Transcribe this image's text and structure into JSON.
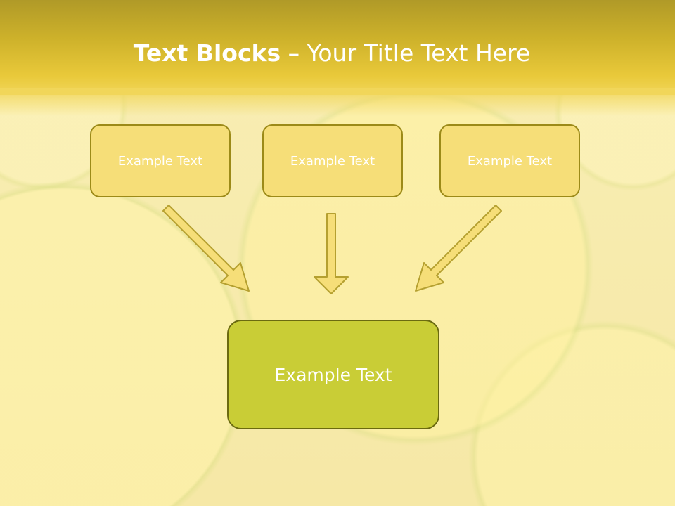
{
  "slide": {
    "title_bold": "Text Blocks",
    "title_rest": " – Your Title Text Here"
  },
  "diagram": {
    "top_boxes": [
      {
        "label": "Example Text"
      },
      {
        "label": "Example Text"
      },
      {
        "label": "Example Text"
      }
    ],
    "main_box": {
      "label": "Example Text"
    }
  },
  "colors": {
    "title_band": "#cdb12a",
    "top_box_fill": "#f6de78",
    "top_box_border": "#9c8a18",
    "main_box_fill": "#c9cd36",
    "main_box_border": "#6b6a10",
    "arrow_fill": "#f6de78",
    "arrow_stroke": "#b5a030"
  }
}
